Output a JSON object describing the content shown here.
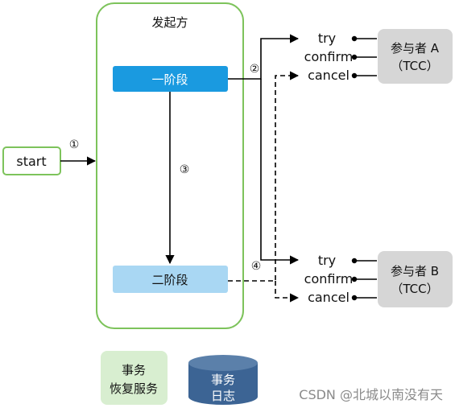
{
  "start": {
    "label": "start"
  },
  "initiator": {
    "title": "发起方",
    "phase1": "一阶段",
    "phase2": "二阶段"
  },
  "participant_a": {
    "line1": "参与者 A",
    "line2": "（TCC）"
  },
  "participant_b": {
    "line1": "参与者 B",
    "line2": "（TCC）"
  },
  "ops": {
    "try": "try",
    "confirm": "confirm",
    "cancel": "cancel"
  },
  "steps": {
    "s1": "①",
    "s2": "②",
    "s3": "③",
    "s4": "④"
  },
  "recovery": {
    "line1": "事务",
    "line2": "恢复服务"
  },
  "txlog": {
    "line1": "事务",
    "line2": "日志"
  },
  "watermark": "CSDN @北城以南没有天",
  "colors": {
    "green_border": "#7dc35b",
    "phase1_fill": "#1a9ae0",
    "phase2_fill": "#a9d7f3",
    "participant_fill": "#d6d6d6",
    "recovery_fill": "#d8eed0",
    "db_fill": "#3c6494"
  }
}
